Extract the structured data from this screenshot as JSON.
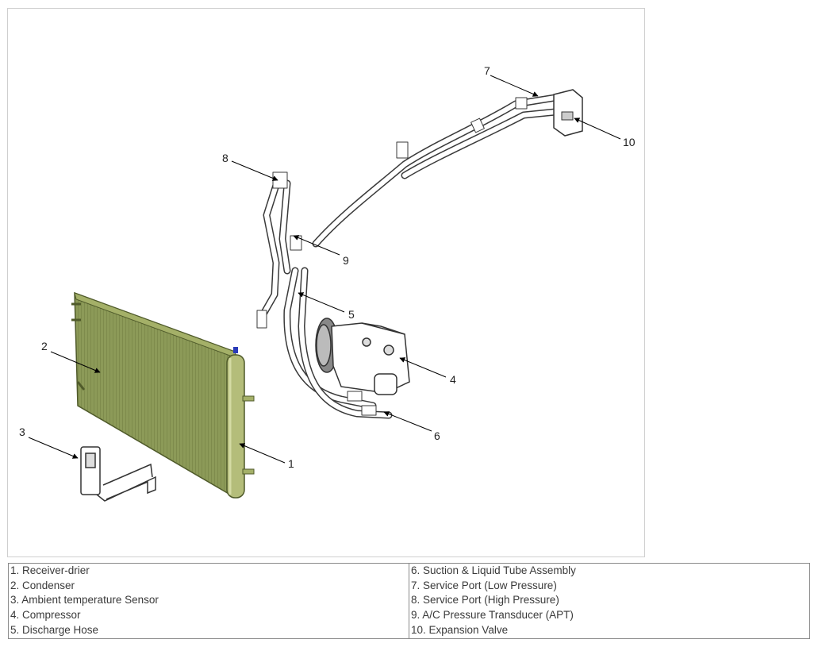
{
  "diagram": {
    "callouts": [
      {
        "number": "1",
        "part": "Receiver-drier"
      },
      {
        "number": "2",
        "part": "Condenser"
      },
      {
        "number": "3",
        "part": "Ambient temperature Sensor"
      },
      {
        "number": "4",
        "part": "Compressor"
      },
      {
        "number": "5",
        "part": "Discharge Hose"
      },
      {
        "number": "6",
        "part": "Suction & Liquid Tube Assembly"
      },
      {
        "number": "7",
        "part": "Service Port (Low Pressure)"
      },
      {
        "number": "8",
        "part": "Service Port (High Pressure)"
      },
      {
        "number": "9",
        "part": "A/C Pressure Transducer (APT)"
      },
      {
        "number": "10",
        "part": "Expansion Valve"
      }
    ],
    "colors": {
      "condenser": "#8c9a58",
      "receiver_drier": "#b4bd7a",
      "hose_outline": "#3a3a3a",
      "hose_fill": "#ffffff",
      "sensor_tab": "#2a3bb8"
    }
  },
  "legend": {
    "left": [
      "1. Receiver-drier",
      "2. Condenser",
      "3. Ambient temperature Sensor",
      "4. Compressor",
      "5. Discharge Hose"
    ],
    "right": [
      "6. Suction & Liquid Tube Assembly",
      "7. Service Port (Low Pressure)",
      "8. Service Port (High Pressure)",
      "9. A/C Pressure Transducer (APT)",
      "10. Expansion Valve"
    ]
  }
}
